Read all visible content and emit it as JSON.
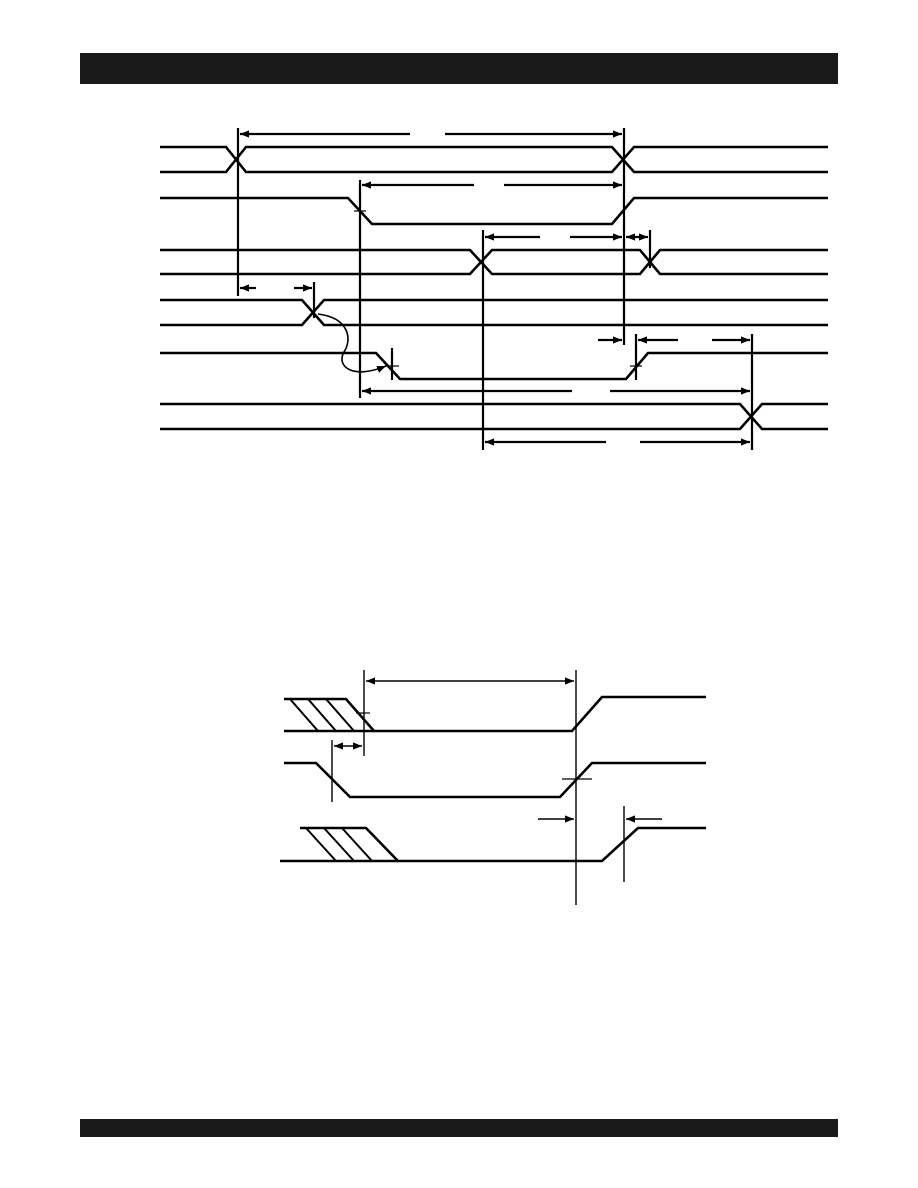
{
  "page": {
    "header_bar_color": "#1a1a1a",
    "footer_bar_color": "#1a1a1a",
    "line_color": "#000000"
  },
  "diagrams": [
    {
      "name": "timing-diagram-1",
      "signal_rows": 6,
      "description_text": ""
    },
    {
      "name": "timing-diagram-2",
      "signal_rows": 3,
      "description_text": ""
    }
  ]
}
